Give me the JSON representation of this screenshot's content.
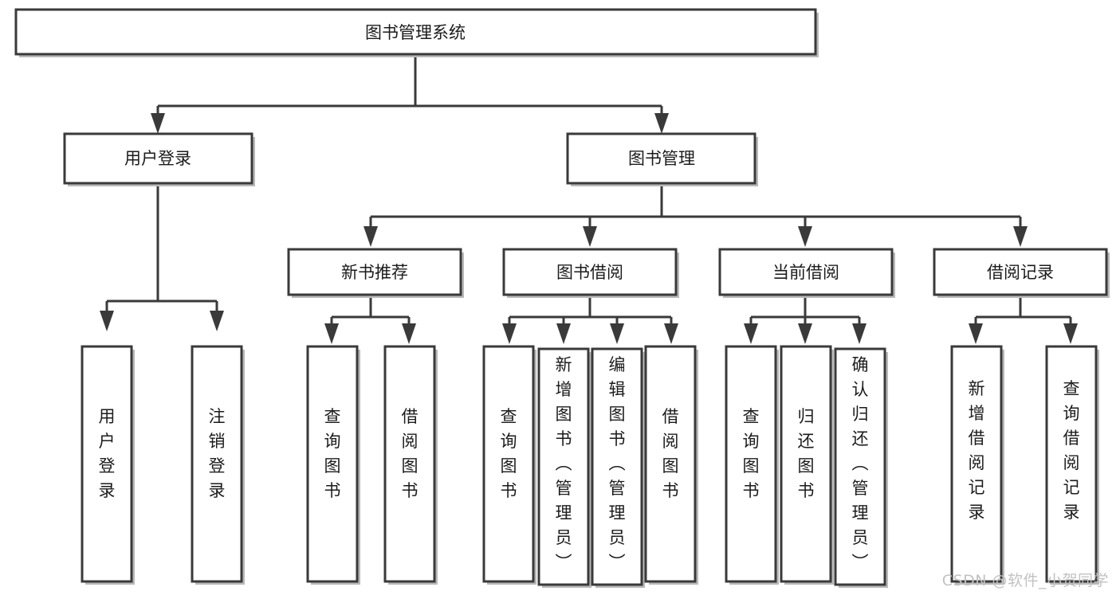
{
  "diagram": {
    "title": "图书管理系统",
    "type": "tree-hierarchy-diagram",
    "colors": {
      "box_stroke": "#3a3a3a",
      "box_fill": "#ffffff",
      "text": "#1b1b1b",
      "watermark": "#c2c2c2",
      "background": "#ffffff"
    },
    "root": {
      "id": "root",
      "label": "图书管理系统",
      "orientation": "horizontal"
    },
    "level2": [
      {
        "id": "user-login",
        "label": "用户登录",
        "orientation": "horizontal"
      },
      {
        "id": "book-management",
        "label": "图书管理",
        "orientation": "horizontal"
      }
    ],
    "level3": [
      {
        "id": "new-book-recommend",
        "label": "新书推荐",
        "orientation": "horizontal",
        "parent": "book-management"
      },
      {
        "id": "book-borrow",
        "label": "图书借阅",
        "orientation": "horizontal",
        "parent": "book-management"
      },
      {
        "id": "current-borrow",
        "label": "当前借阅",
        "orientation": "horizontal",
        "parent": "book-management"
      },
      {
        "id": "borrow-record",
        "label": "借阅记录",
        "orientation": "horizontal",
        "parent": "book-management"
      }
    ],
    "leaves": [
      {
        "id": "leaf-user-login",
        "label": "用户登录",
        "parent": "user-login",
        "orientation": "vertical"
      },
      {
        "id": "leaf-user-logout",
        "label": "注销登录",
        "parent": "user-login",
        "orientation": "vertical"
      },
      {
        "id": "leaf-query-book-1",
        "label": "查询图书",
        "parent": "new-book-recommend",
        "orientation": "vertical"
      },
      {
        "id": "leaf-borrow-book-1",
        "label": "借阅图书",
        "parent": "new-book-recommend",
        "orientation": "vertical"
      },
      {
        "id": "leaf-query-book-2",
        "label": "查询图书",
        "parent": "book-borrow",
        "orientation": "vertical"
      },
      {
        "id": "leaf-add-book",
        "label": "新增图书（管理员）",
        "parent": "book-borrow",
        "orientation": "vertical"
      },
      {
        "id": "leaf-edit-book",
        "label": "编辑图书（管理员）",
        "parent": "book-borrow",
        "orientation": "vertical"
      },
      {
        "id": "leaf-borrow-book-2",
        "label": "借阅图书",
        "parent": "book-borrow",
        "orientation": "vertical"
      },
      {
        "id": "leaf-query-book-3",
        "label": "查询图书",
        "parent": "current-borrow",
        "orientation": "vertical"
      },
      {
        "id": "leaf-return-book",
        "label": "归还图书",
        "parent": "current-borrow",
        "orientation": "vertical"
      },
      {
        "id": "leaf-confirm-return",
        "label": "确认归还（管理员）",
        "parent": "current-borrow",
        "orientation": "vertical"
      },
      {
        "id": "leaf-add-record",
        "label": "新增借阅记录",
        "parent": "borrow-record",
        "orientation": "vertical"
      },
      {
        "id": "leaf-query-record",
        "label": "查询借阅记录",
        "parent": "borrow-record",
        "orientation": "vertical"
      }
    ]
  },
  "watermark": {
    "text": "CSDN @软件_小贺同学"
  }
}
